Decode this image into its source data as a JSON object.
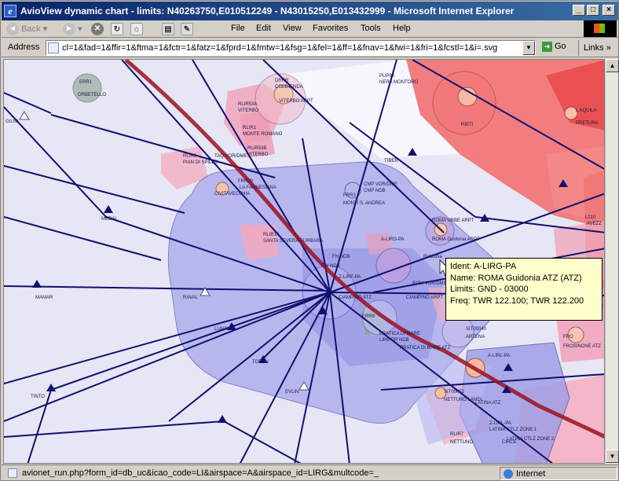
{
  "window": {
    "title": "AvioView dynamic chart - limits: N40263750,E010512249 - N43015250,E013432999 - Microsoft Internet Explorer",
    "controls": {
      "minimize": "_",
      "maximize": "□",
      "close": "×"
    }
  },
  "toolbar": {
    "back_label": "Back",
    "menus": [
      "File",
      "Edit",
      "View",
      "Favorites",
      "Tools",
      "Help"
    ]
  },
  "address": {
    "label": "Address",
    "url": "cl=1&fad=1&ffir=1&ftma=1&fctr=1&fatz=1&fprd=1&fmtw=1&fsg=1&fel=1&ff=1&fnav=1&fwi=1&fri=1&fcstl=1&i=.svg",
    "go_label": "Go",
    "links_label": "Links"
  },
  "tooltip": {
    "ident": "Ident: A-LIRG-PA",
    "name": "Name: ROMA Guidonia ATZ (ATZ)",
    "limits": "Limits: GND - 03000",
    "freq": "Freq: TWR 122.100; TWR 122.200"
  },
  "status": {
    "text": "avionet_run.php?form_id=db_uc&icao_code=LI&airspace=A&airspace_id=LIRG&multcode=_",
    "zone": "Internet"
  },
  "map": {
    "labels": [
      {
        "text": "ERR1",
        "sub": "ORBETELLO"
      },
      {
        "text": "GILIO"
      },
      {
        "text": "DRRR",
        "sub": "COMMENDA"
      },
      {
        "text": "VITERBO ARPT"
      },
      {
        "text": "RLIR53A",
        "sub": "VITERBO"
      },
      {
        "text": "RLIR1",
        "sub": "MONTE ROMANO"
      },
      {
        "text": "RLIR53B",
        "sub": "VITERBO"
      },
      {
        "text": "RLIR6",
        "sub": "PIAN DI SPILLO"
      },
      {
        "text": "TAQ VOR/DME"
      },
      {
        "text": "PUP98",
        "sub": "NERA MONTORO"
      },
      {
        "text": "RIETI"
      },
      {
        "text": "L AQUILA",
        "sub": "PRETURA"
      },
      {
        "text": "TIBER"
      },
      {
        "text": "MEDAL"
      },
      {
        "text": "FRR29",
        "sub": "LA FARNESIANA"
      },
      {
        "text": "CIVITAVECCHIA"
      },
      {
        "text": "CMP VOR/DME",
        "sub": "CMP NDB"
      },
      {
        "text": "FRR3",
        "sub": "MONTI S. ANDREA"
      },
      {
        "text": "ROMA URBE ARPT"
      },
      {
        "text": "ROMA Guidonia ARPT"
      },
      {
        "text": "RLIR14",
        "sub": "SANTA SEVERA-FURBARA"
      },
      {
        "text": "A-LIRG-PA"
      },
      {
        "text": "Rebibbia"
      },
      {
        "text": "FN NDB"
      },
      {
        "text": "FW NDB"
      },
      {
        "text": "MAMAR"
      },
      {
        "text": "RAVAL"
      },
      {
        "text": "Z-LIRF-PA"
      },
      {
        "text": "CIAMPINO ATZ"
      },
      {
        "text": "ROM VOR/DME"
      },
      {
        "text": "CIAMPINO ARPT"
      },
      {
        "text": "LUNAK"
      },
      {
        "text": "ERR9"
      },
      {
        "text": "PRATICA DI MARE",
        "sub": "LIRE PR NDB"
      },
      {
        "text": "PRATICA DI MARE ATZ"
      },
      {
        "text": "SIT00040",
        "sub": "ARTENA"
      },
      {
        "text": "FRO",
        "sub": "FROSINONE ATZ"
      },
      {
        "text": "TORVU"
      },
      {
        "text": "A-LIRL-PA"
      },
      {
        "text": "TINTO"
      },
      {
        "text": "EVLIN"
      },
      {
        "text": "SIT00052",
        "sub": "NETTUNO LANDI"
      },
      {
        "text": "LATINA ATZ"
      },
      {
        "text": "Z-LIRL-PA",
        "sub": "LATINA CTLZ ZONE 1"
      },
      {
        "text": "LATINA CTLZ ZONE 2"
      },
      {
        "text": "RLIR7",
        "sub": "NETTUNO"
      },
      {
        "text": "CIRCE"
      },
      {
        "text": "AVEZZ"
      },
      {
        "text": "L210"
      }
    ]
  }
}
